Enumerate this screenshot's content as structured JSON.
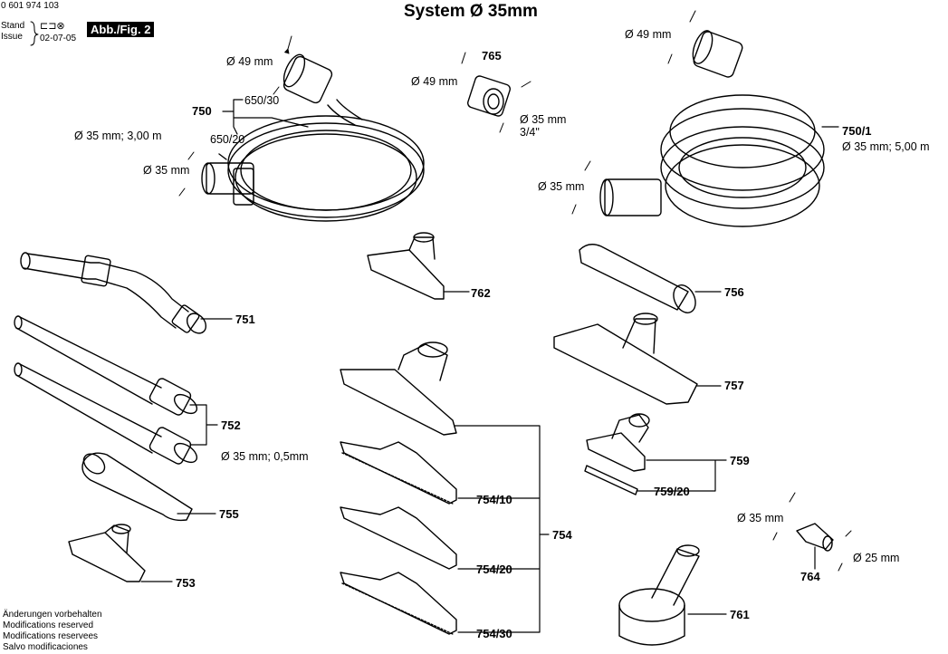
{
  "header": {
    "doc_number": "0 601 974 103",
    "stand_label": "Stand",
    "issue_label": "Issue",
    "date": "02-07-05",
    "fig_label": "Abb./Fig. 2",
    "title": "System Ø 35mm"
  },
  "footer": {
    "lines": [
      "Änderungen vorbehalten",
      "Modifications reserved",
      "Modifications reservees",
      "Salvo modificaciones"
    ]
  },
  "parts": {
    "p750": "750",
    "p650_30": "650/30",
    "p650_20": "650/20",
    "p750_1": "750/1",
    "p765": "765",
    "p751": "751",
    "p752": "752",
    "p753": "753",
    "p754": "754",
    "p754_10": "754/10",
    "p754_20": "754/20",
    "p754_30": "754/30",
    "p755": "755",
    "p756": "756",
    "p757": "757",
    "p759": "759",
    "p759_20": "759/20",
    "p761": "761",
    "p762": "762",
    "p764": "764"
  },
  "dims": {
    "hose1_d49": "Ø 49 mm",
    "hose1_spec": "Ø 35 mm; 3,00 m",
    "hose1_d35": "Ø 35 mm",
    "adapter_d49": "Ø 49 mm",
    "adapter_d35": "Ø 35 mm",
    "adapter_thread": "3/4\"",
    "hose2_d49": "Ø 49 mm",
    "hose2_spec": "Ø 35 mm; 5,00 m",
    "hose2_d35": "Ø 35 mm",
    "tube_spec": "Ø 35 mm; 0,5mm",
    "reducer_d35": "Ø 35 mm",
    "reducer_d25": "Ø 25 mm"
  }
}
